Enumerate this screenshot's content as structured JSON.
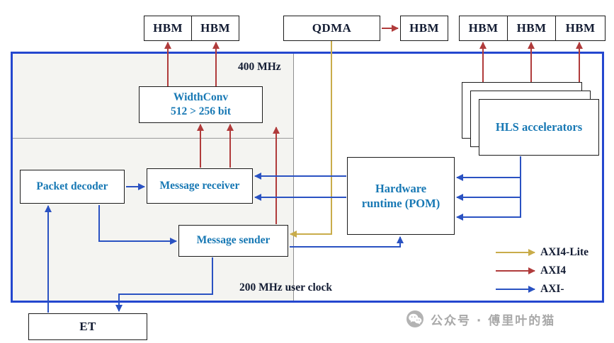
{
  "colors": {
    "fpga_border": "#2447CF",
    "axi4_lite": "#C9AC4A",
    "axi4": "#B03B3B",
    "axi_stream": "#2A52C2",
    "module_text": "#1778B4",
    "dark_text": "#131C33",
    "region_bg": "#F4F4F1"
  },
  "memory": {
    "hbm_left": [
      "HBM",
      "HBM"
    ],
    "hbm_mid": "HBM",
    "hbm_right": [
      "HBM",
      "HBM",
      "HBM"
    ],
    "qdma": "QDMA"
  },
  "clock_domains": {
    "fast": "400 MHz",
    "slow": "200 MHz user clock"
  },
  "modules": {
    "widthconv": {
      "line1": "WidthConv",
      "line2": "512 > 256 bit"
    },
    "packet_decoder": "Packet decoder",
    "message_receiver": "Message receiver",
    "message_sender": "Message sender",
    "hardware_runtime": {
      "line1": "Hardware",
      "line2": "runtime (POM)"
    },
    "hls_accelerators": "HLS accelerators",
    "et": "ET"
  },
  "legend": [
    {
      "label": "AXI4-Lite",
      "bus": "axi4_lite"
    },
    {
      "label": "AXI4",
      "bus": "axi4"
    },
    {
      "label": "AXI-",
      "bus": "axi_stream"
    }
  ],
  "watermark": "公众号 · 傅里叶的猫"
}
